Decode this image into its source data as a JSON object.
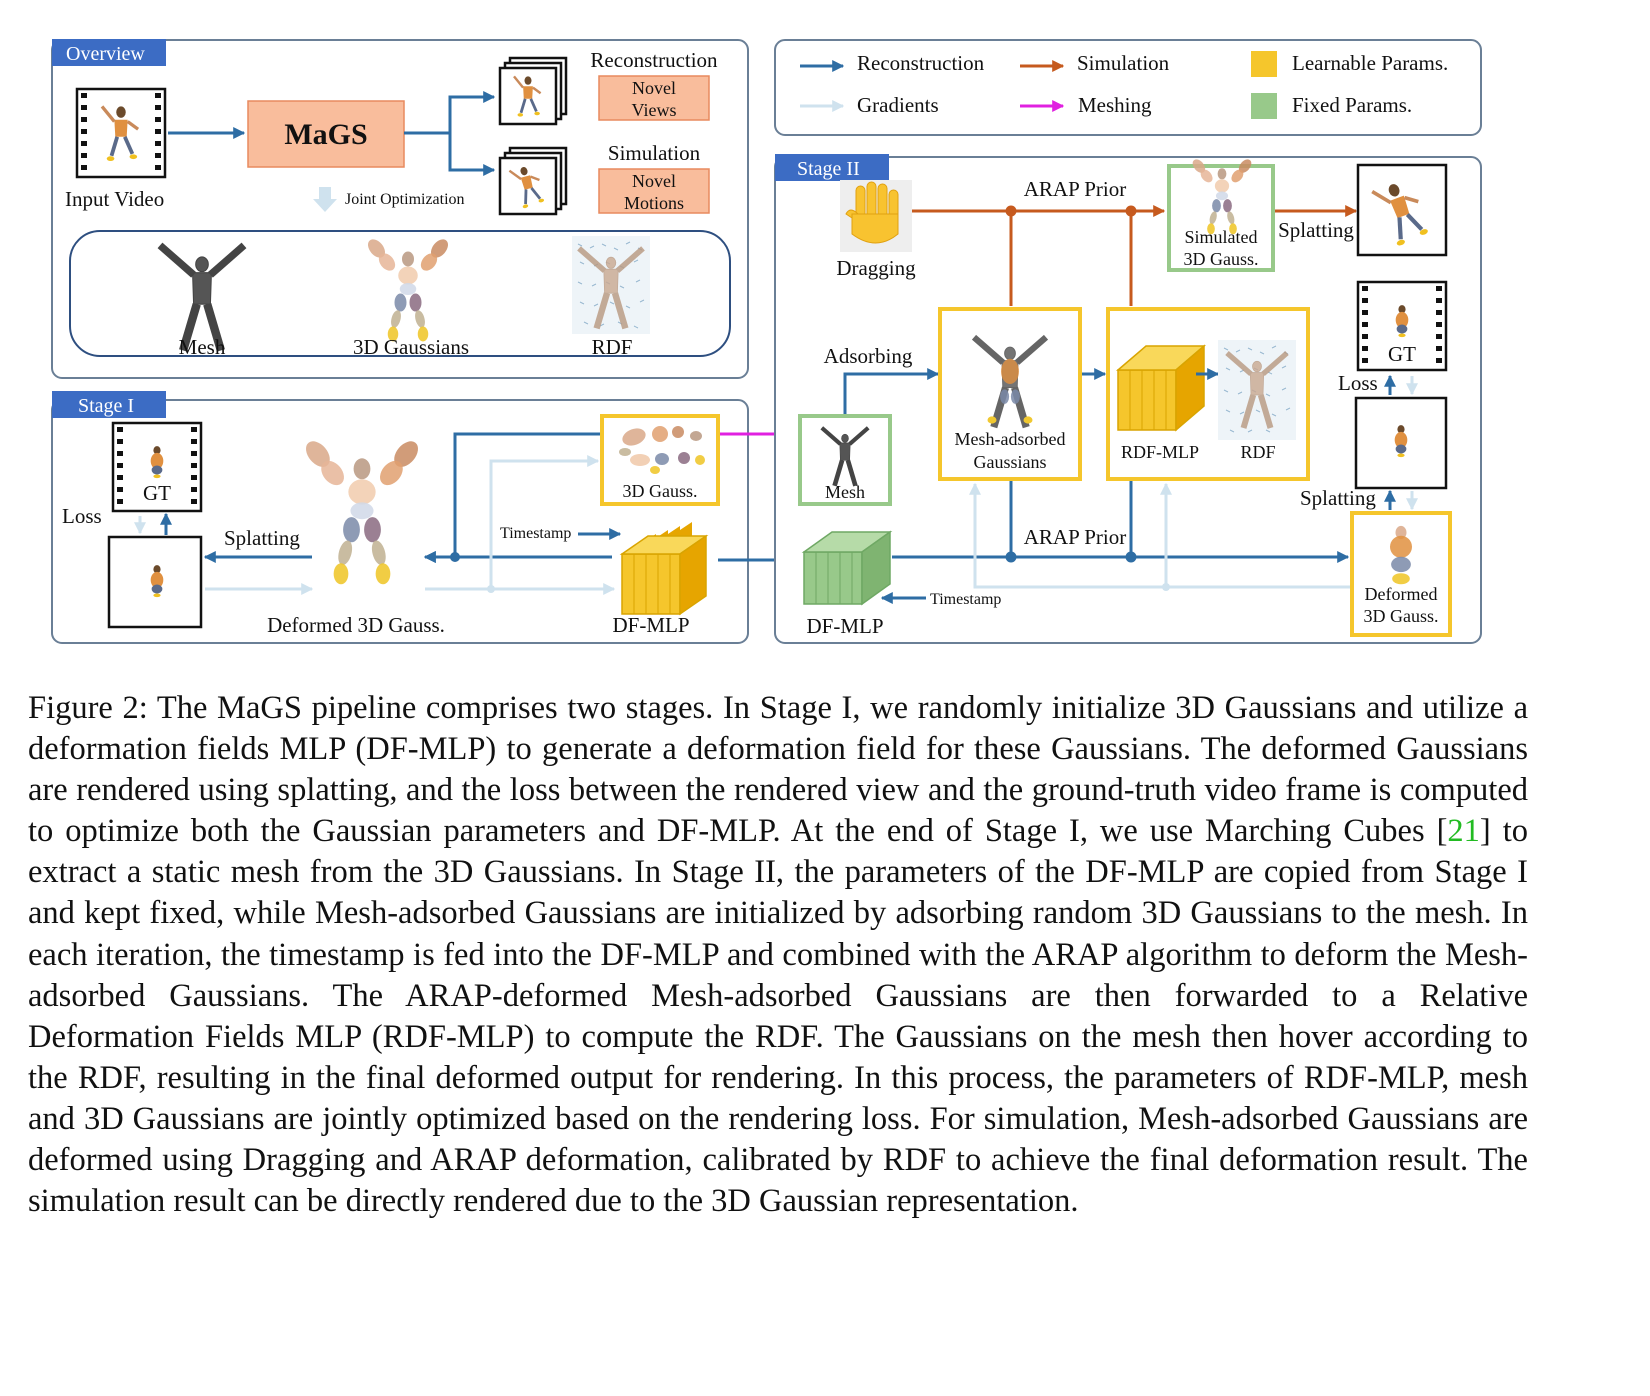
{
  "figure": {
    "overview": {
      "tab": "Overview",
      "input_video": "Input Video",
      "method": "MaGS",
      "joint_optimization": "Joint Optimization",
      "reconstruction": "Reconstruction",
      "novel_views": [
        "Novel",
        "Views"
      ],
      "simulation": "Simulation",
      "novel_motions": [
        "Novel",
        "Motions"
      ],
      "representations": [
        "Mesh",
        "3D Gaussians",
        "RDF"
      ]
    },
    "legend": {
      "items": [
        {
          "label": "Reconstruction",
          "color": "#2e6da4"
        },
        {
          "label": "Simulation",
          "color": "#c65a1e"
        },
        {
          "label": "Learnable Params.",
          "color": "#f5c62c"
        },
        {
          "label": "Gradients",
          "color": "#cfe2ee"
        },
        {
          "label": "Meshing",
          "color": "#e020e0"
        },
        {
          "label": "Fixed Params.",
          "color": "#98c98a"
        }
      ]
    },
    "stage1": {
      "tab": "Stage I",
      "gt": "GT",
      "loss": "Loss",
      "splatting": "Splatting",
      "deformed": "Deformed 3D Gauss.",
      "gauss": "3D Gauss.",
      "timestamp": "Timestamp",
      "dfmlp": "DF-MLP"
    },
    "stage2": {
      "tab": "Stage II",
      "dragging": "Dragging",
      "arap_prior_top": "ARAP Prior",
      "simulated": [
        "Simulated",
        "3D Gauss."
      ],
      "splatting_top": "Splatting",
      "adsorbing": "Adsorbing",
      "mesh": "Mesh",
      "mesh_adsorbed": [
        "Mesh-adsorbed",
        "Gaussians"
      ],
      "rdfmlp": "RDF-MLP",
      "rdf": "RDF",
      "gt": "GT",
      "loss": "Loss",
      "splatting_bottom": "Splatting",
      "arap_prior_bottom": "ARAP Prior",
      "deformed": [
        "Deformed",
        "3D Gauss."
      ],
      "dfmlp": "DF-MLP",
      "timestamp": "Timestamp"
    }
  },
  "caption": {
    "before_cite": "Figure 2: The MaGS pipeline comprises two stages. In Stage I, we randomly initialize 3D Gaussians and utilize a deformation fields MLP (DF-MLP) to generate a deformation field for these Gaussians. The deformed Gaussians are rendered using splatting, and the loss between the rendered view and the ground-truth video frame is computed to optimize both the Gaussian parameters and DF-MLP. At the end of Stage I, we use Marching Cubes [",
    "cite": "21",
    "after_cite": "] to extract a static mesh from the 3D Gaussians. In Stage II, the parameters of the DF-MLP are copied from Stage I and kept fixed, while Mesh-adsorbed Gaussians are initialized by adsorbing random 3D Gaussians to the mesh. In each iteration, the timestamp is fed into the DF-MLP and combined with the ARAP algorithm to deform the Mesh-adsorbed Gaussians. The ARAP-deformed Mesh-adsorbed Gaussians are then forwarded to a Relative Deformation Fields MLP (RDF-MLP) to compute the RDF. The Gaussians on the mesh then hover according to the RDF, resulting in the final deformed output for rendering. In this process, the parameters of RDF-MLP, mesh and 3D Gaussians are jointly optimized based on the rendering loss. For simulation, Mesh-adsorbed Gaussians are deformed using Dragging and ARAP deformation, calibrated by RDF to achieve the final deformation result. The simulation result can be directly rendered due to the 3D Gaussian representation."
  }
}
